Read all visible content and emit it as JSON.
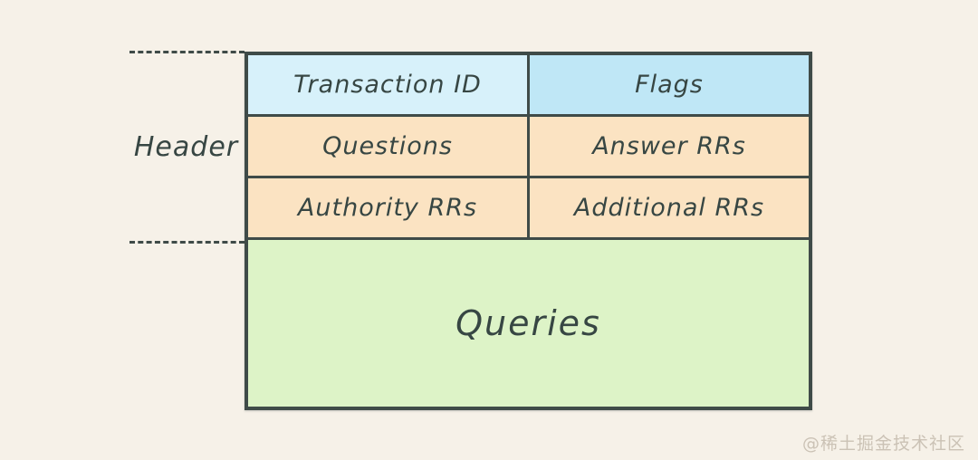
{
  "diagram": {
    "side_label": "Header",
    "table": {
      "header_rows": [
        {
          "cells": [
            {
              "label": "Transaction ID",
              "color": "#d7f1fa"
            },
            {
              "label": "Flags",
              "color": "#bfe7f6"
            }
          ]
        },
        {
          "cells": [
            {
              "label": "Questions",
              "color": "#fbe3c2"
            },
            {
              "label": "Answer RRs",
              "color": "#fbe3c2"
            }
          ]
        },
        {
          "cells": [
            {
              "label": "Authority RRs",
              "color": "#fbe3c2"
            },
            {
              "label": "Additional RRs",
              "color": "#fbe3c2"
            }
          ]
        }
      ],
      "body_row": {
        "label": "Queries",
        "color": "#ddf3c7"
      }
    }
  },
  "watermark": {
    "text": "@稀土掘金技术社区"
  },
  "colors": {
    "background": "#f6f1e8",
    "border": "#3f4b48",
    "text": "#374643",
    "watermark_text": "#cbc2b5"
  }
}
